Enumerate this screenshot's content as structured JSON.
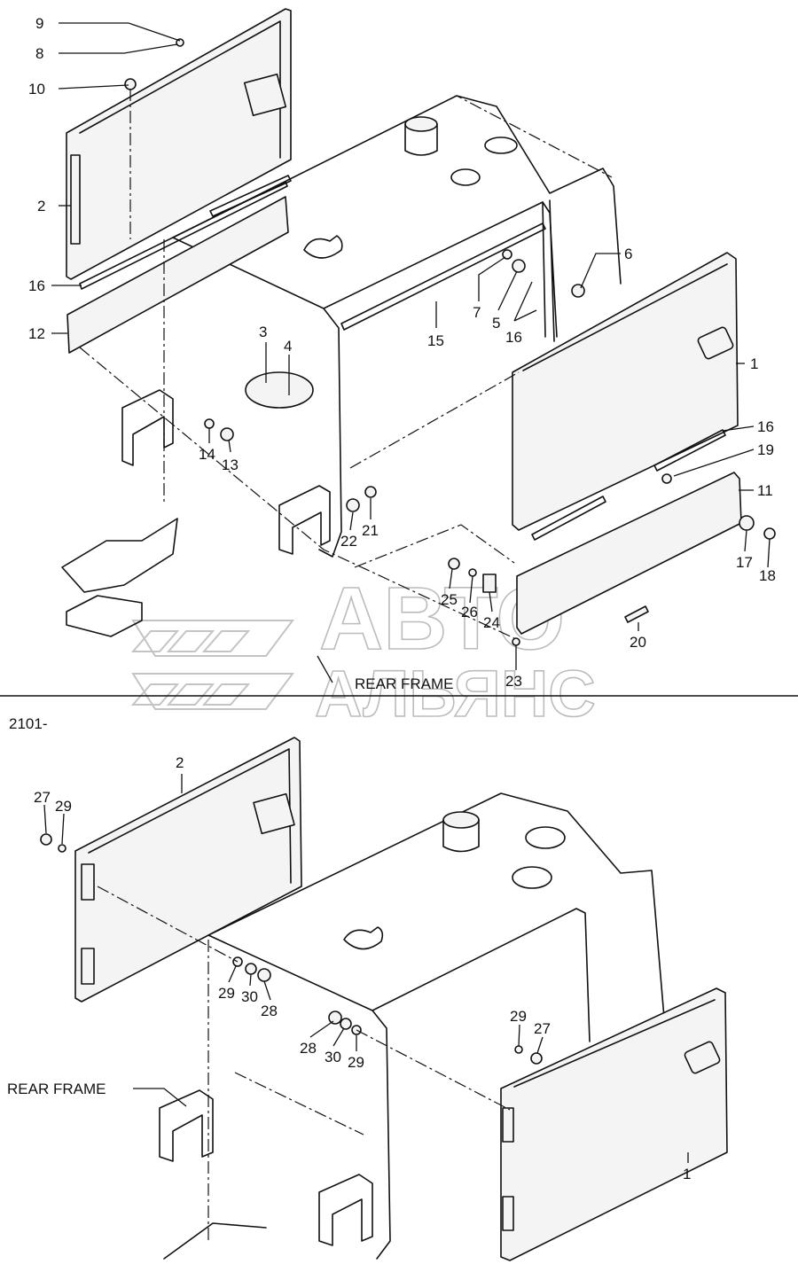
{
  "section_label": "2101-",
  "rear_frame_label": "REAR FRAME",
  "watermark": {
    "line1": "АВТО",
    "line2": "АЛЬЯНС"
  },
  "top_labels": [
    "9",
    "8",
    "10",
    "2",
    "16",
    "12",
    "3",
    "4",
    "14",
    "13",
    "15",
    "7",
    "5",
    "16",
    "6",
    "1",
    "16",
    "19",
    "11",
    "17",
    "18",
    "22",
    "21",
    "25",
    "26",
    "24",
    "20",
    "23"
  ],
  "bottom_labels": [
    "2",
    "27",
    "29",
    "29",
    "30",
    "28",
    "28",
    "30",
    "29",
    "29",
    "27",
    "1"
  ]
}
